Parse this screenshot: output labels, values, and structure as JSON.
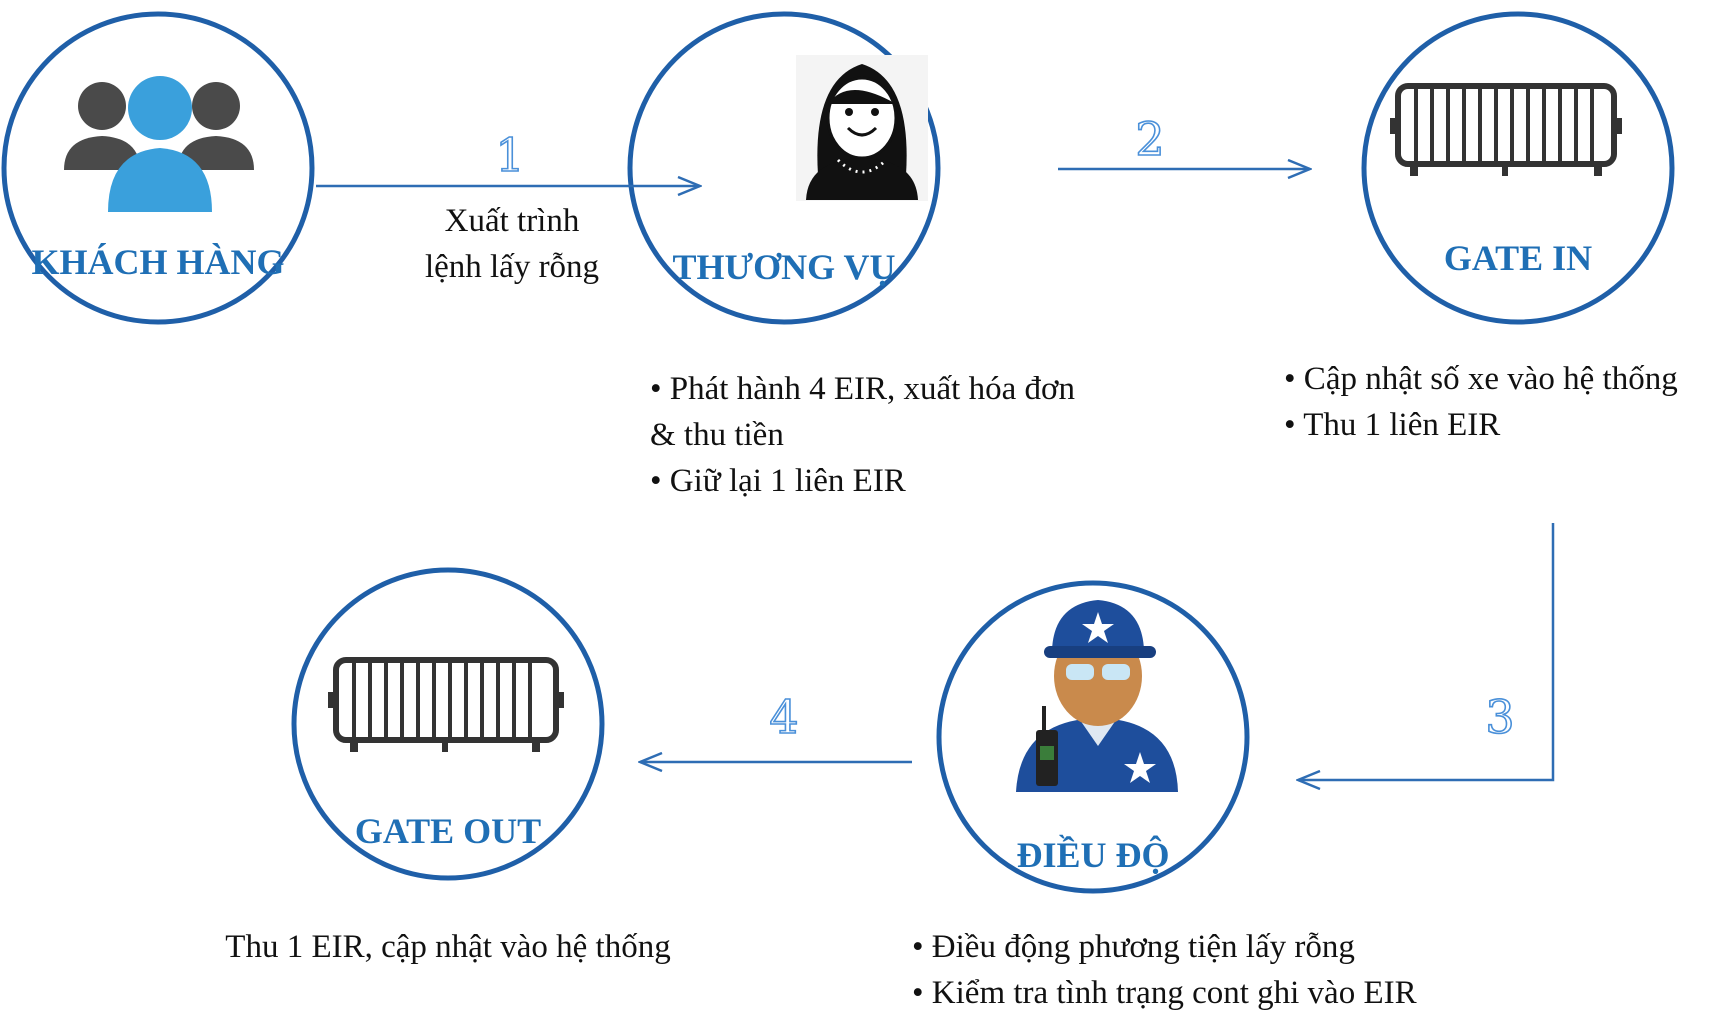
{
  "nodes": {
    "khach_hang": "KHÁCH HÀNG",
    "thuong_vu": "THƯƠNG VỤ",
    "gate_in": "GATE IN",
    "dieu_do": "ĐIỀU ĐỘ",
    "gate_out": "GATE OUT"
  },
  "steps": [
    "1",
    "2",
    "3",
    "4"
  ],
  "step1_label": [
    "Xuất trình",
    "lệnh lấy rỗng"
  ],
  "notes": {
    "thuong_vu": [
      "• Phát hành 4 EIR, xuất hóa đơn",
      "& thu tiền",
      "• Giữ lại 1 liên EIR"
    ],
    "gate_in": [
      "• Cập nhật số xe vào hệ thống",
      "• Thu 1 liên EIR"
    ],
    "gate_out": [
      "Thu 1 EIR, cập nhật vào hệ thống"
    ],
    "dieu_do": [
      "• Điều động phương tiện lấy rỗng",
      "• Kiểm tra tình trạng cont ghi vào EIR"
    ]
  },
  "colors": {
    "circle": "#1f5fa8",
    "label": "#1f6fb5",
    "arrow": "#2e6db4",
    "person_blue": "#3aa0dc",
    "person_grey": "#4a4a4a"
  },
  "icons": [
    "group-icon",
    "woman-icon",
    "gate-barrier-icon",
    "security-officer-icon"
  ]
}
